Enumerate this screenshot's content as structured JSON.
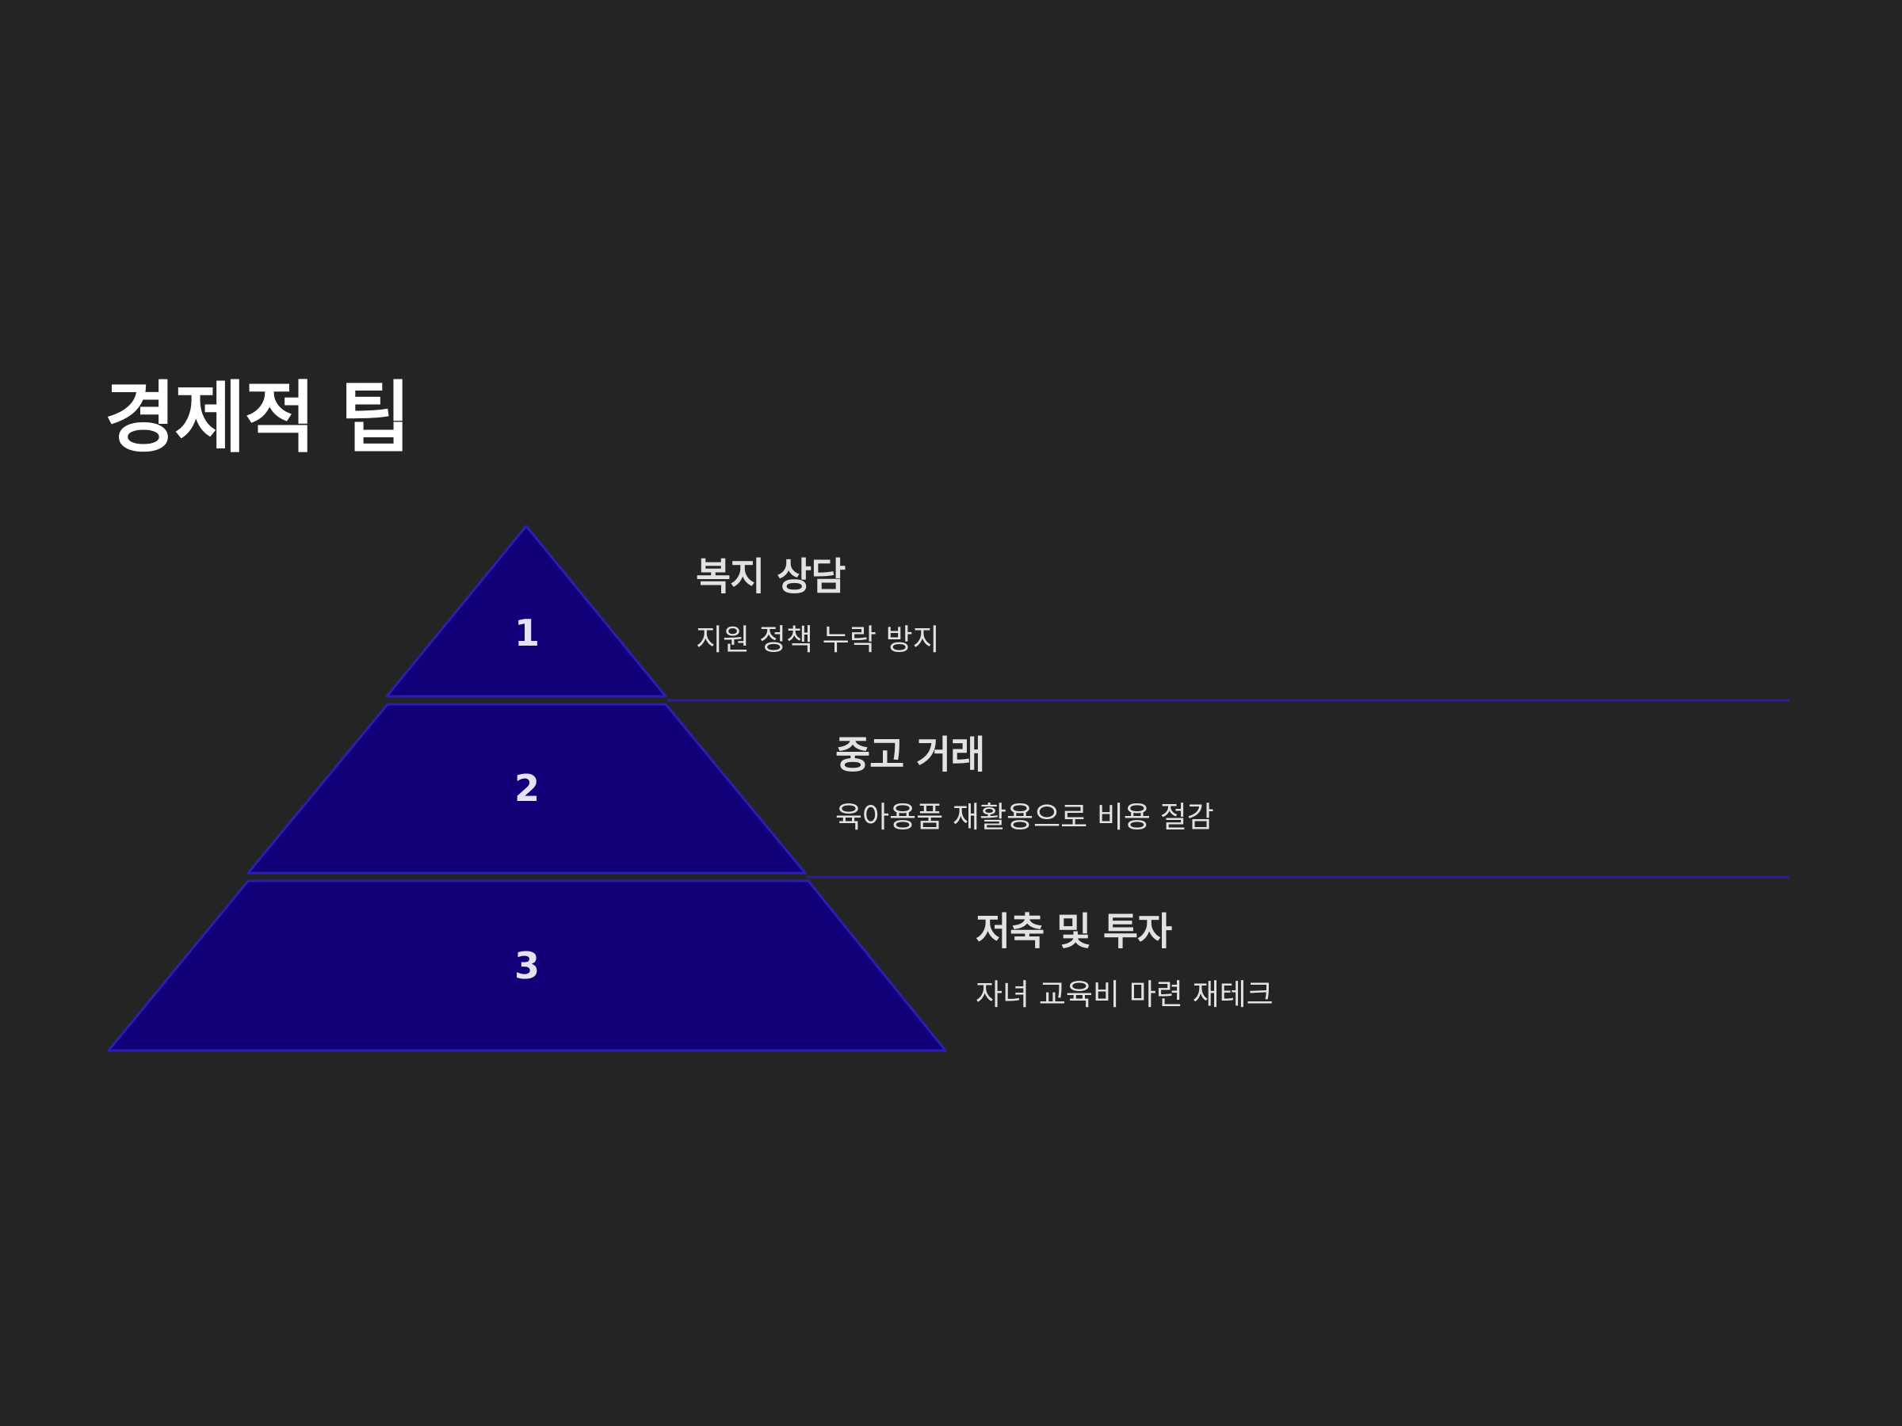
{
  "title": "경제적 팁",
  "colors": {
    "background": "#252425",
    "tier_fill": "#12007a",
    "tier_stroke": "#2a1fae",
    "divider": "#2a1f8f",
    "number_text": "#e4e2f4",
    "text": "#e2e2e2"
  },
  "tiers": [
    {
      "number": "1",
      "title": "복지 상담",
      "description": "지원 정책 누락 방지"
    },
    {
      "number": "2",
      "title": "중고 거래",
      "description": "육아용품 재활용으로 비용 절감"
    },
    {
      "number": "3",
      "title": "저축 및 투자",
      "description": "자녀 교육비 마련 재테크"
    }
  ]
}
